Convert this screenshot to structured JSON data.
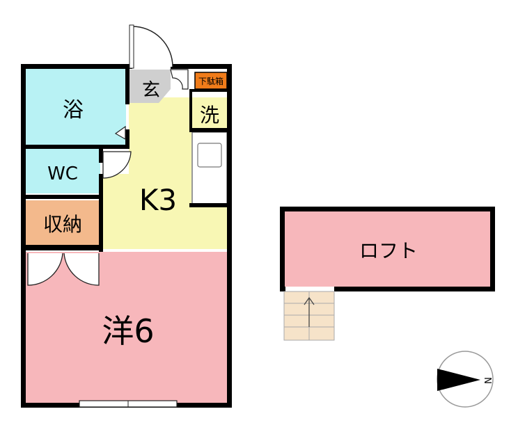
{
  "colors": {
    "wall": "#000000",
    "bath": "#b8f2f4",
    "kitchen": "#f8f7b4",
    "western": "#f7b7bb",
    "storage": "#f3b98c",
    "entrance": "#cfcfcf",
    "shoe_box": "#f07c1a",
    "stairs": "#f6e3c9"
  },
  "rooms": {
    "bath": "浴",
    "wc": "WC",
    "storage": "収納",
    "entrance": "玄",
    "shoe_box": "下駄箱",
    "laundry": "洗",
    "kitchen": "K3",
    "western": "洋6",
    "loft": "ロフト"
  },
  "compass": {
    "north_label": "N",
    "icon": "north-arrow-icon"
  }
}
